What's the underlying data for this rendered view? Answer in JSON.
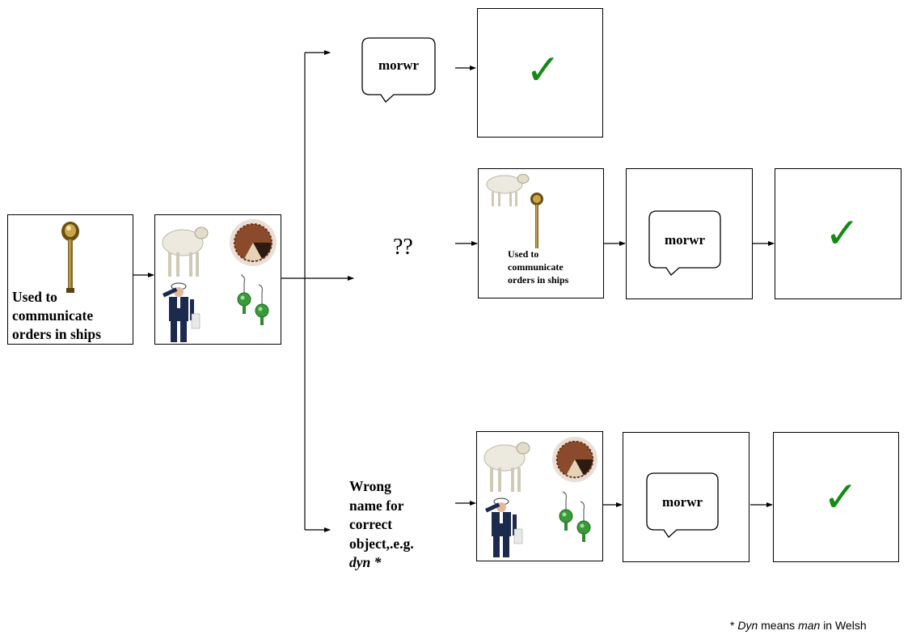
{
  "colors": {
    "check": "#148a14",
    "line": "#000000"
  },
  "start_card": {
    "caption_lines": [
      "Used to",
      "communicate",
      "orders in ships"
    ]
  },
  "choices_card": {
    "items": [
      "sheep",
      "cake",
      "sailor",
      "earrings"
    ]
  },
  "branch_top": {
    "speech": "morwr",
    "result": "✓"
  },
  "branch_middle": {
    "prompt": "??",
    "card_caption_lines": [
      "Used to",
      "communicate",
      "orders in ships"
    ],
    "speech": "morwr",
    "result": "✓"
  },
  "branch_bottom": {
    "prompt_lines": [
      "Wrong",
      "name for",
      "correct",
      "object,.e.g."
    ],
    "prompt_example": "dyn *",
    "speech": "morwr",
    "result": "✓"
  },
  "footnote": {
    "star": "*",
    "word": "Dyn",
    "means": "means",
    "gloss": "man",
    "tail": "in Welsh"
  }
}
